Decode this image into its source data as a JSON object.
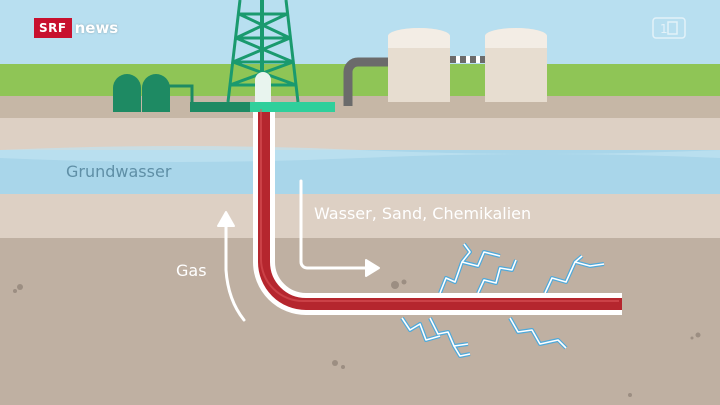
{
  "branding": {
    "logo_box": "SRF",
    "logo_news": "news"
  },
  "labels": {
    "groundwater": "Grundwasser",
    "injection": "Wasser, Sand, Chemikalien",
    "gas": "Gas"
  },
  "colors": {
    "sky": "#b8dff0",
    "grass": "#8fc556",
    "topsoil": "#c6b7a6",
    "layer_light": "#ddd0c4",
    "groundwater": "#a9d6ea",
    "deep_rock": "#bfb0a2",
    "derrick": "#1a9a6e",
    "pad": "#1e8a63",
    "pipe_outer": "#ffffff",
    "pipe_inner": "#b5262e",
    "fracture": "#d8eef8",
    "brand_red": "#c8102e"
  }
}
